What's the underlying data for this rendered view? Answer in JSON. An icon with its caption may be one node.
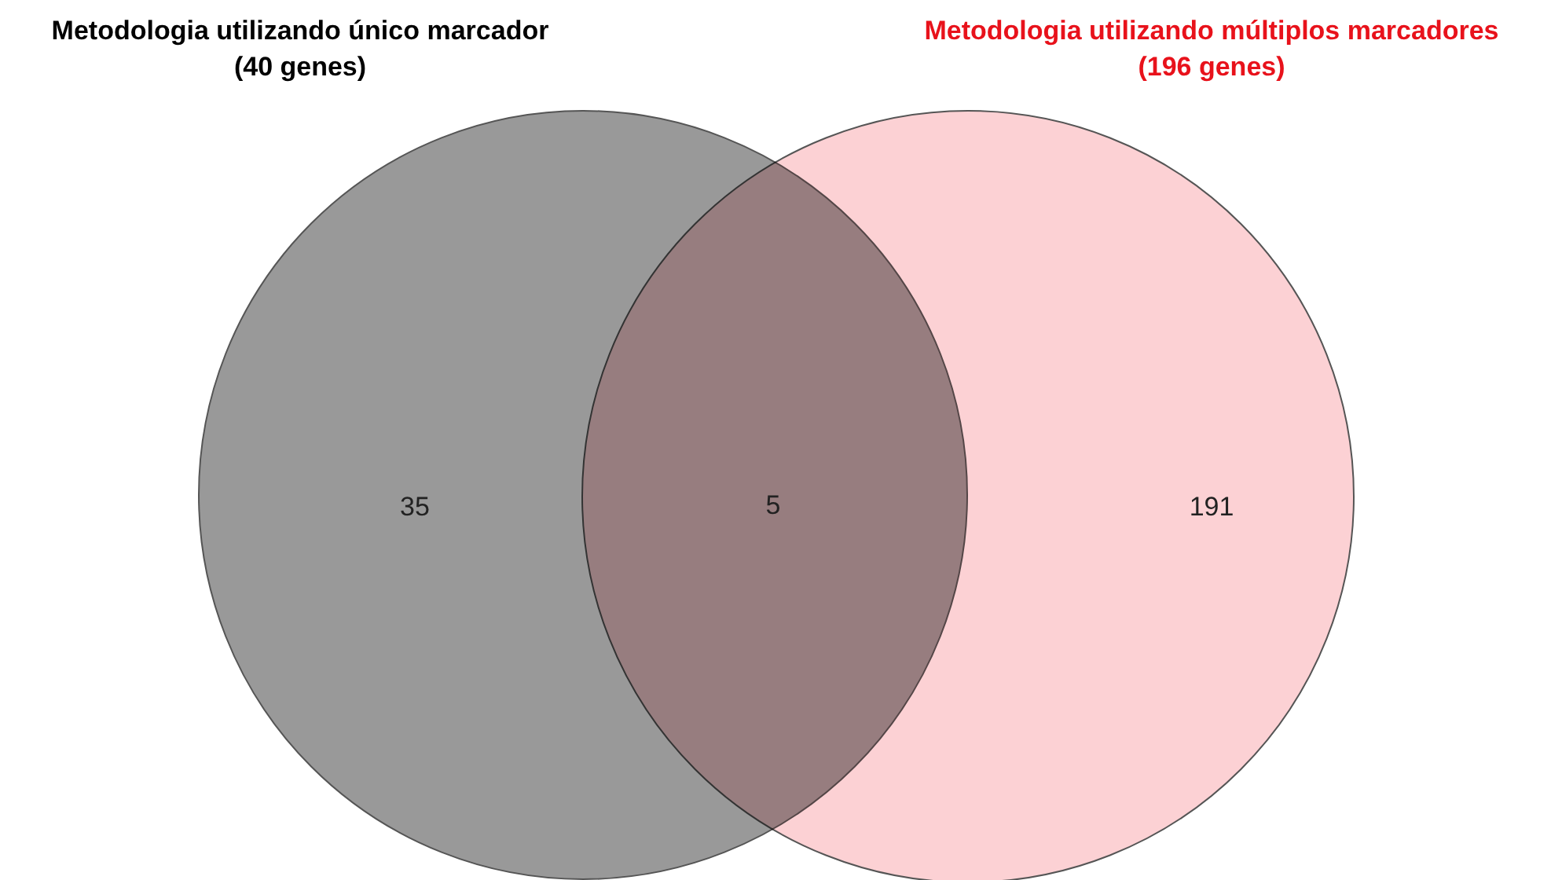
{
  "diagram": {
    "nodes": [
      {
        "text": [
          "Metodologia utilizando único marcador (40 genes)",
          "35"
        ]
      },
      {
        "text": [
          "Metodologia utilizando múltiplos marcadores (196 genes)",
          "191"
        ]
      }
    ],
    "labels": [
      "5"
    ]
  }
}
